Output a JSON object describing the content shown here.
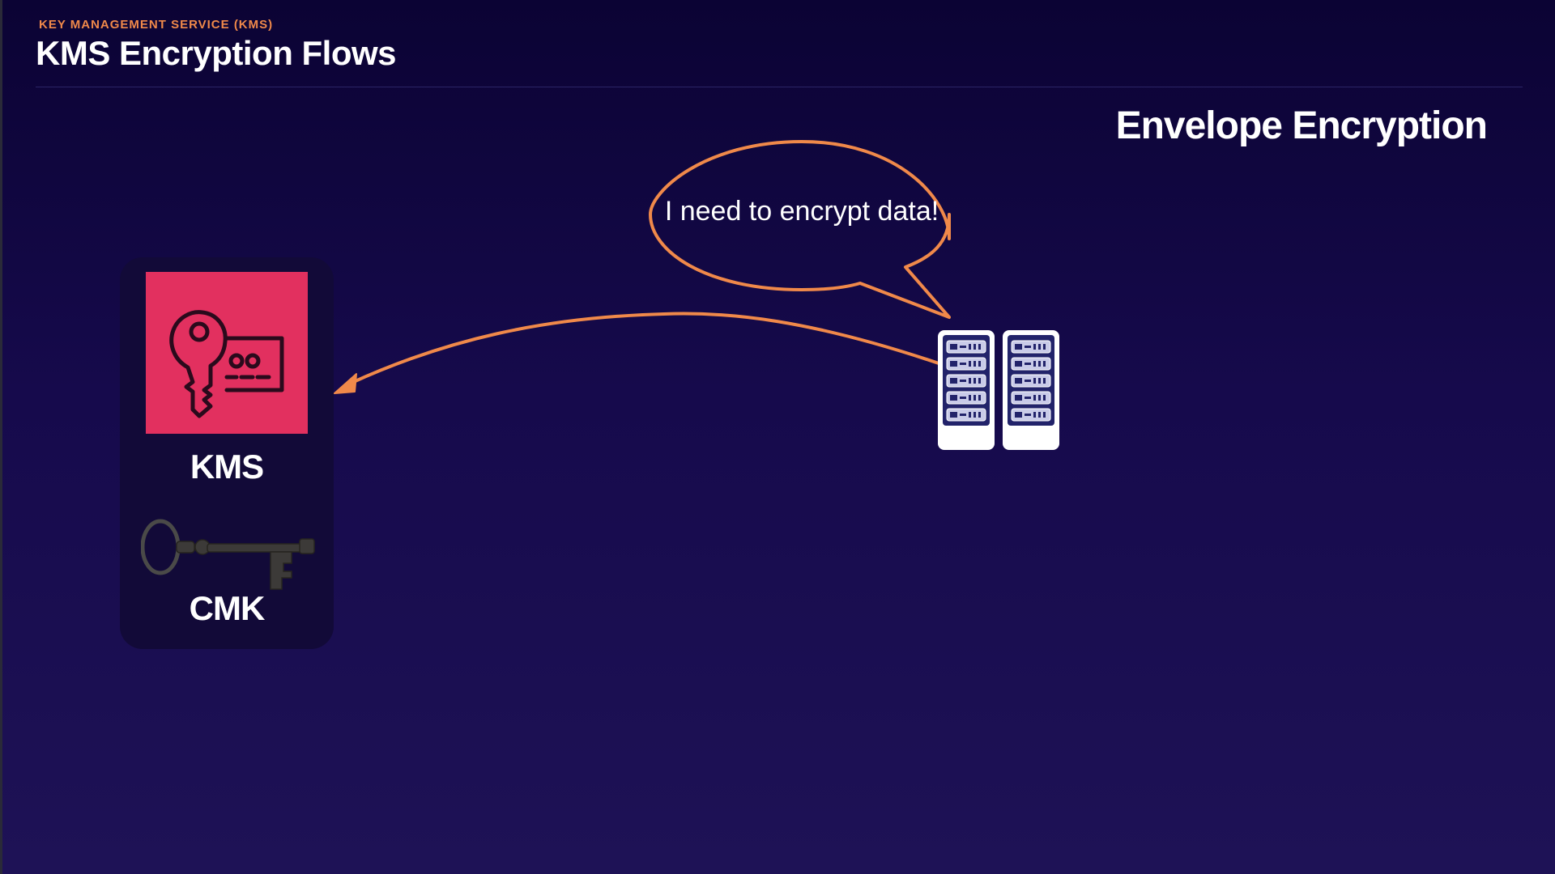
{
  "header": {
    "kicker": "KEY MANAGEMENT SERVICE (KMS)",
    "title": "KMS Encryption Flows"
  },
  "section_title": "Envelope Encryption",
  "kms_card": {
    "service_label": "KMS",
    "key_label": "CMK",
    "logo_icon": "kms-key-card-icon",
    "key_icon": "antique-key-icon"
  },
  "bubble": {
    "text": "I need to encrypt data!"
  },
  "client": {
    "icon": "server-rack-icon"
  },
  "colors": {
    "accent": "#f0894a",
    "kms_logo_bg": "#e2305f",
    "background_top": "#0b0334",
    "background_bottom": "#1e1256"
  }
}
